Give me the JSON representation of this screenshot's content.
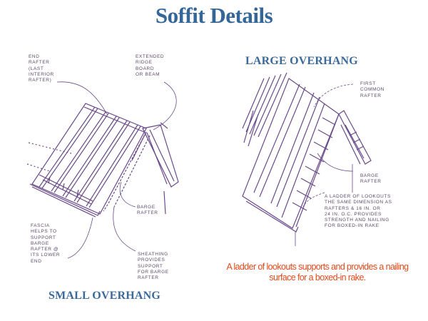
{
  "page": {
    "title": "Soffit Details"
  },
  "colors": {
    "title": "#336699",
    "subhead": "#3a6a9a",
    "linework": "#6a4a8a",
    "caption": "#e24a1c"
  },
  "small_overhang": {
    "heading": "SMALL OVERHANG",
    "callouts": {
      "end_rafter": "END\nRAFTER\n(LAST\nINTERIOR\nRAFTER)",
      "ridge_board": "EXTENDED\nRIDGE\nBOARD\nOR BEAM",
      "barge_rafter": "BARGE\nRAFTER",
      "fascia": "FASCIA\nHELPS TO\nSUPPORT\nBARGE\nRAFTER @\nITS LOWER\nEND",
      "sheathing": "SHEATHING\nPROVIDES\nSUPPORT\nFOR BARGE\nRAFTER"
    }
  },
  "large_overhang": {
    "heading": "LARGE OVERHANG",
    "callouts": {
      "first_common_rafter": "FIRST\nCOMMON\nRAFTER",
      "barge_rafter": "BARGE\nRAFTER",
      "lookouts": "A LADDER OF LOOKOUTS\nTHE SAME DIMENSION AS\nRAFTERS & 16 IN. OR\n24 IN. O.C. PROVIDES\nSTRENGTH AND NAILING\nFOR BOXED-IN RAKE"
    }
  },
  "caption": "A ladder of lookouts supports and provides a nailing surface for a boxed-in rake."
}
